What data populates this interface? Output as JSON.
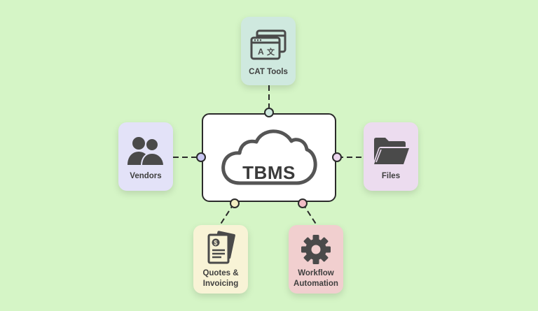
{
  "hub": {
    "label": "TBMS",
    "icon": "cloud-icon"
  },
  "nodes": {
    "cat_tools": {
      "label": "CAT Tools",
      "icon": "translate-window-icon",
      "color": "#cfe9df",
      "dot_color": "#cfe9df"
    },
    "vendors": {
      "label": "Vendors",
      "icon": "users-icon",
      "color": "#e3e2f8",
      "dot_color": "#c9c6f2"
    },
    "files": {
      "label": "Files",
      "icon": "folder-icon",
      "color": "#ecdcef",
      "dot_color": "#ecd6ee"
    },
    "quotes": {
      "label": "Quotes &\nInvoicing",
      "icon": "invoice-icon",
      "color": "#f8f3d6",
      "dot_color": "#f4efc2"
    },
    "workflow": {
      "label": "Workflow\nAutomation",
      "icon": "gear-icon",
      "color": "#f1cfcf",
      "dot_color": "#f2bcc6"
    }
  },
  "colors": {
    "background": "#d5f5c6",
    "stroke": "#2b2b2b",
    "icon": "#4a4a4a"
  }
}
